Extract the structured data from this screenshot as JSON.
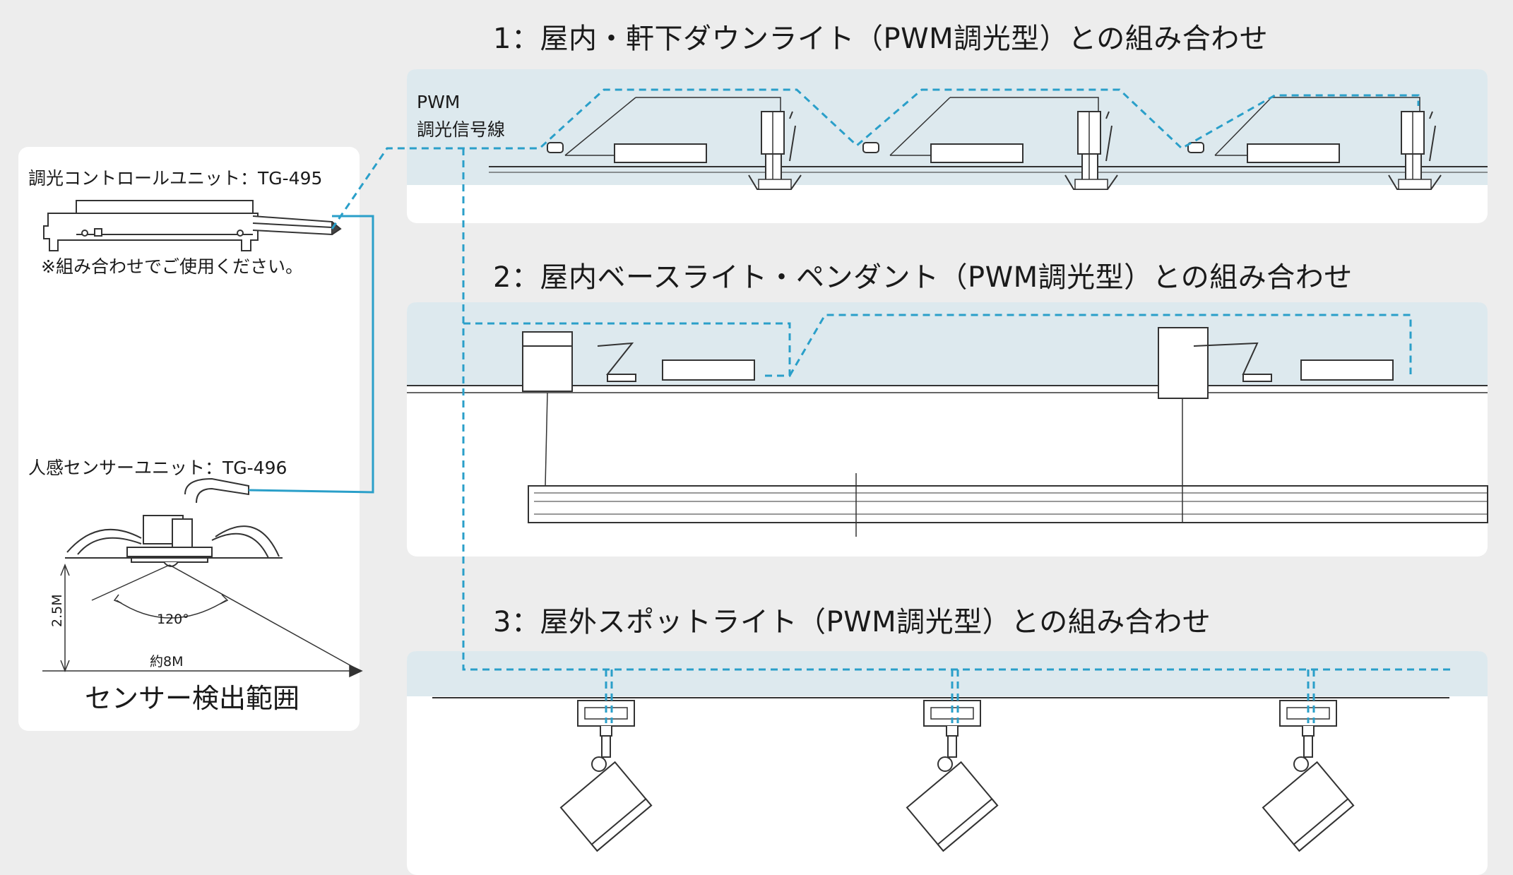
{
  "sections": {
    "s1_title": "1：屋内・軒下ダウンライト（PWM調光型）との組み合わせ",
    "s2_title": "2：屋内ベースライト・ペンダント（PWM調光型）との組み合わせ",
    "s3_title": "3：屋外スポットライト（PWM調光型）との組み合わせ"
  },
  "signal_label": {
    "line1": "PWM",
    "line2": "調光信号線"
  },
  "left_panel": {
    "control_unit_label": "調光コントロールユニット：TG-495",
    "combo_note": "※組み合わせでご使用ください。",
    "sensor_unit_label": "人感センサーユニット：TG-496",
    "height_label": "2.5M",
    "angle_label": "120°",
    "width_label": "約8M",
    "range_caption": "センサー検出範囲"
  },
  "colors": {
    "signal_dashed": "#2a9fc9",
    "sensor_wire": "#2a9fc9",
    "ceiling_band": "#dde9ee",
    "panel_bg": "#ffffff",
    "page_bg": "#ededed",
    "line_art": "#333333"
  }
}
